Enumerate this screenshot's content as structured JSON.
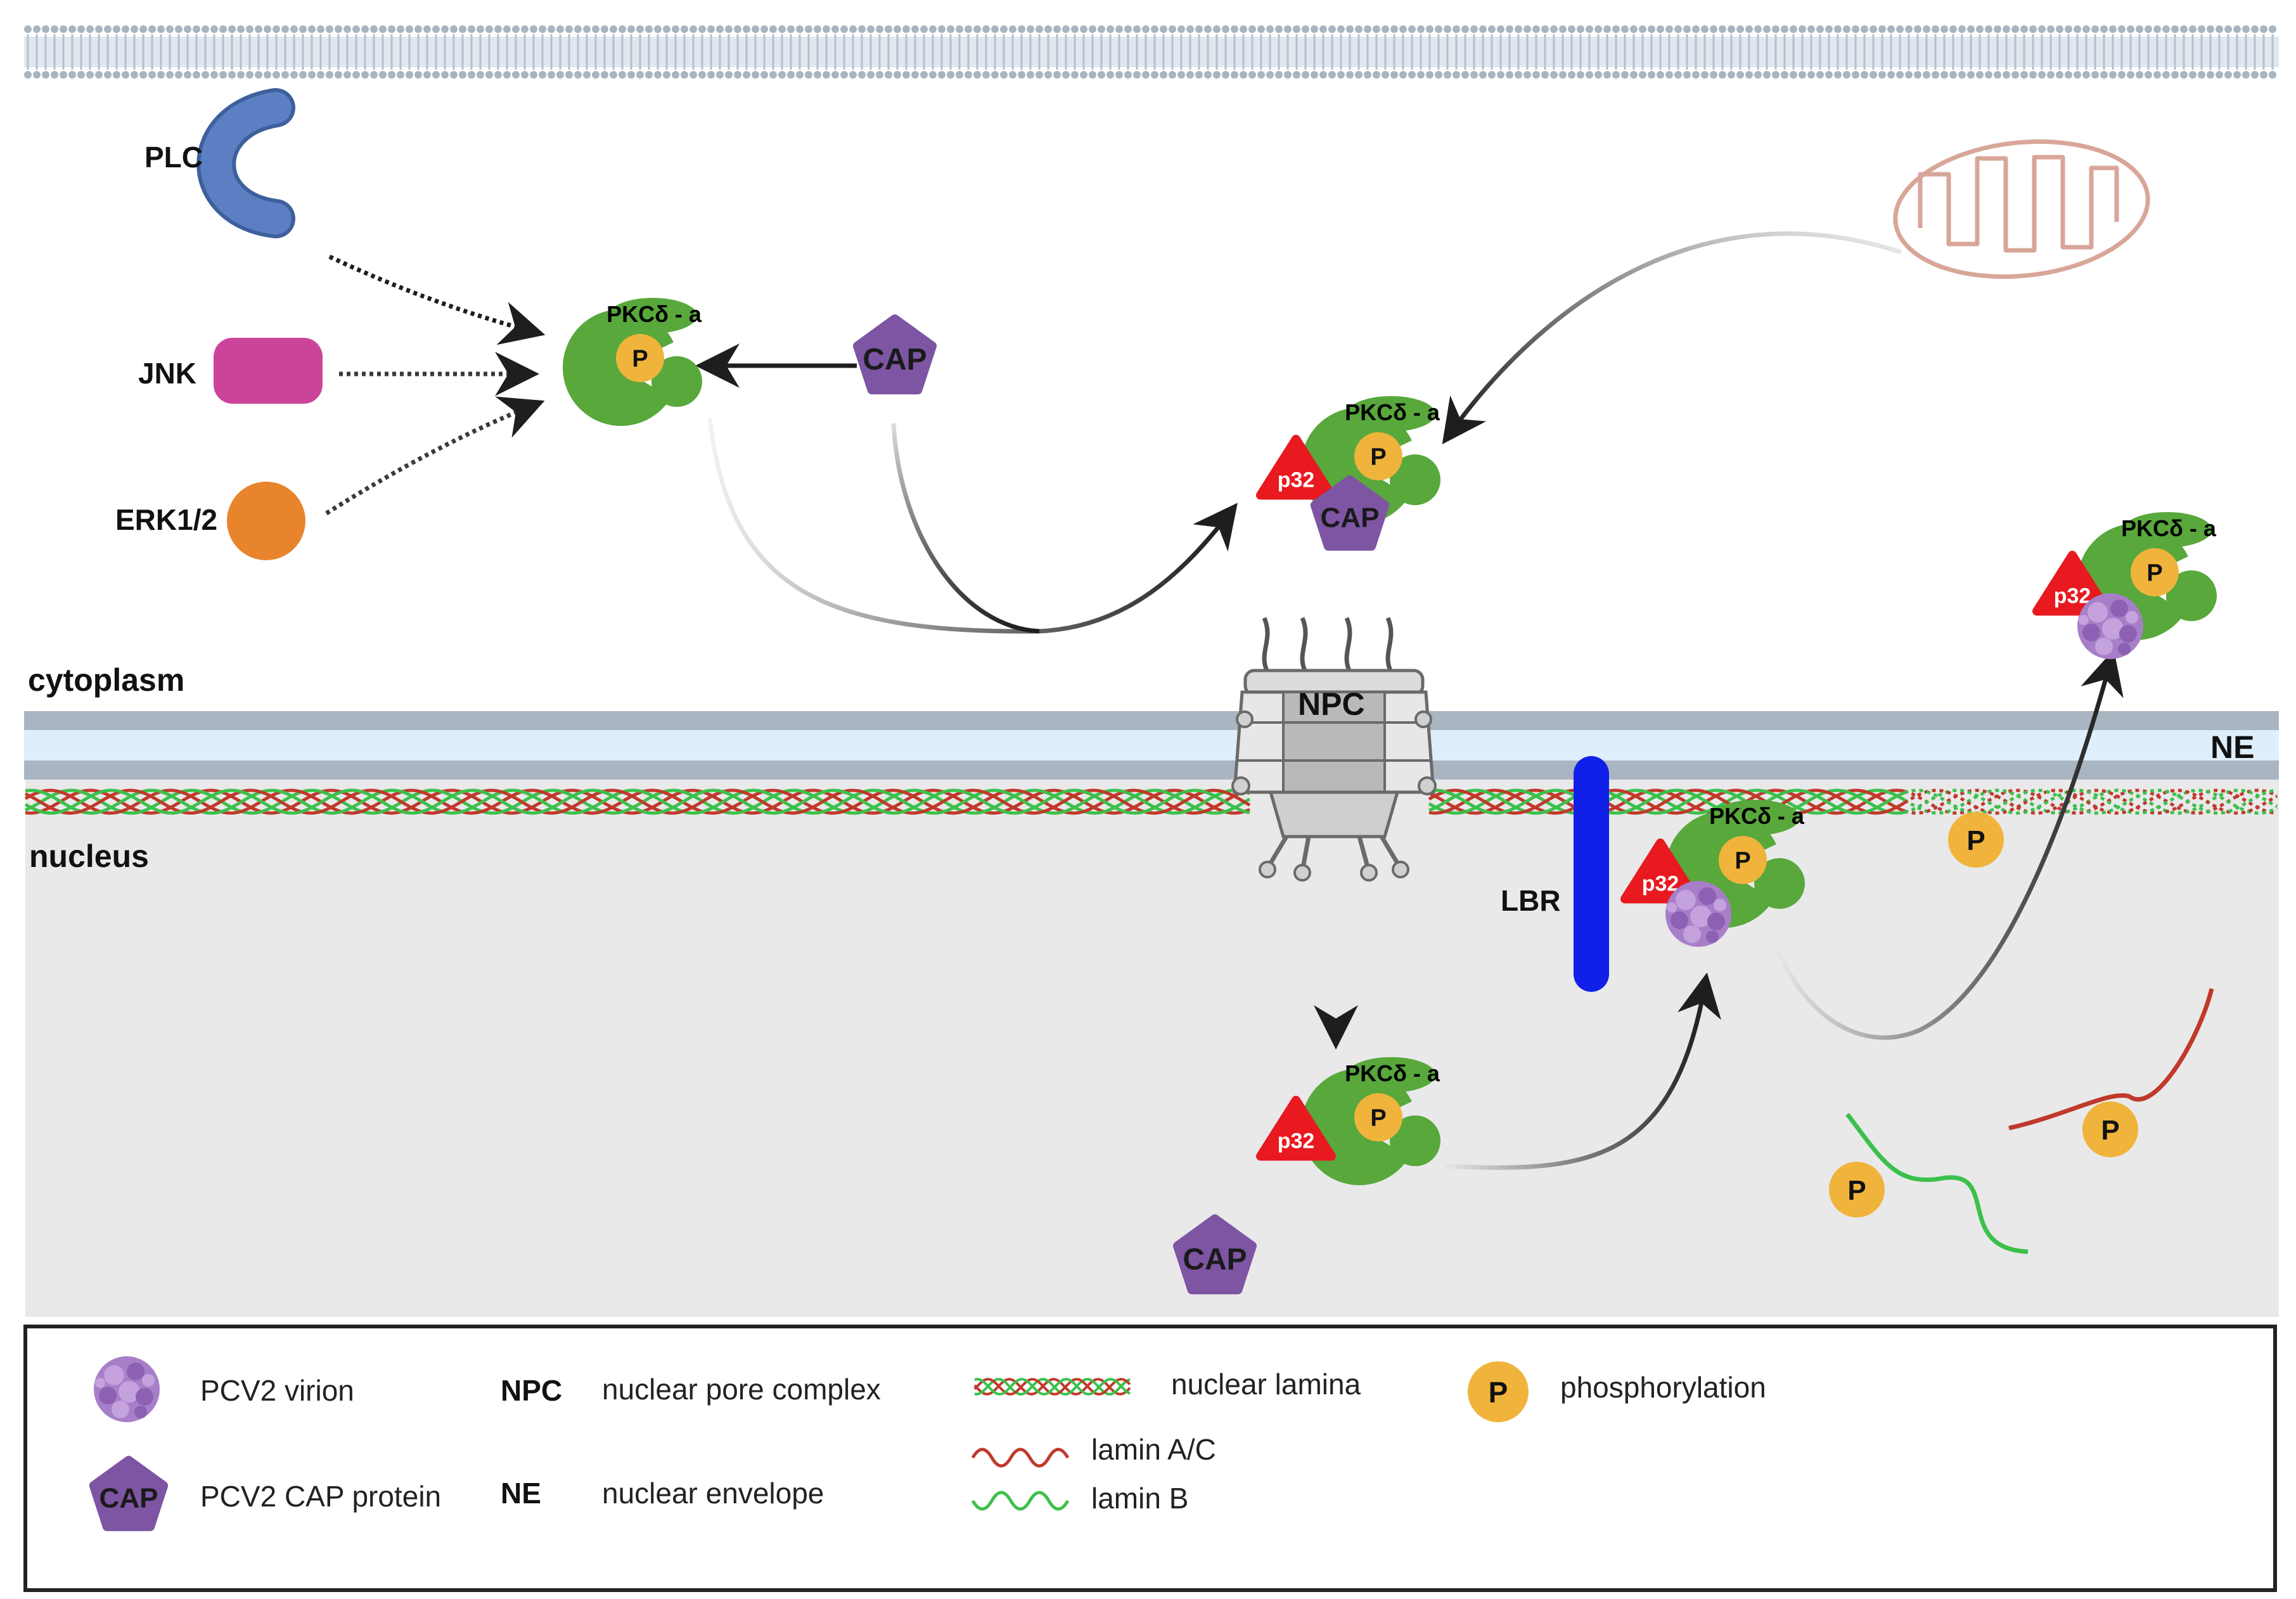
{
  "regions": {
    "cytoplasm": "cytoplasm",
    "nucleus": "nucleus",
    "ne": "NE"
  },
  "molecules": {
    "plc": "PLC",
    "jnk": "JNK",
    "erk": "ERK1/2",
    "cap": "CAP",
    "p32": "p32",
    "pkc": "PKCδ - a",
    "p": "P",
    "npc": "NPC",
    "lbr": "LBR"
  },
  "legend": {
    "virion": "PCV2 virion",
    "cap_symbol": "CAP",
    "cap_protein": "PCV2 CAP protein",
    "npc_abbr": "NPC",
    "npc_full": "nuclear pore complex",
    "ne_abbr": "NE",
    "ne_full": "nuclear envelope",
    "lamina": "nuclear lamina",
    "lamin_ac": "lamin A/C",
    "lamin_b": "lamin B",
    "p_symbol": "P",
    "phosphorylation": "phosphorylation"
  },
  "colors": {
    "plc": "#5b7fc2",
    "jnk": "#cc4499",
    "erk": "#e8842c",
    "cap": "#7d55a3",
    "pkc": "#58a83c",
    "phospho": "#f0b43c",
    "p32": "#e8191f",
    "lbr": "#1020e8",
    "lamin_ac": "#c0392b",
    "lamin_b": "#3cc04c",
    "virion": "#a77fc8",
    "mito": "#d8a699",
    "nucleus_bg": "#e9e9e9",
    "membrane": "#a8b4c0"
  },
  "icons": [
    "plc-c-shape-icon",
    "jnk-rounded-rect-icon",
    "erk-circle-icon",
    "cap-pentagon-icon",
    "p32-triangle-icon",
    "pkc-pacman-icon",
    "phosphate-circle-icon",
    "mitochondrion-icon",
    "npc-pore-icon",
    "virion-icon",
    "lbr-bar-icon"
  ]
}
